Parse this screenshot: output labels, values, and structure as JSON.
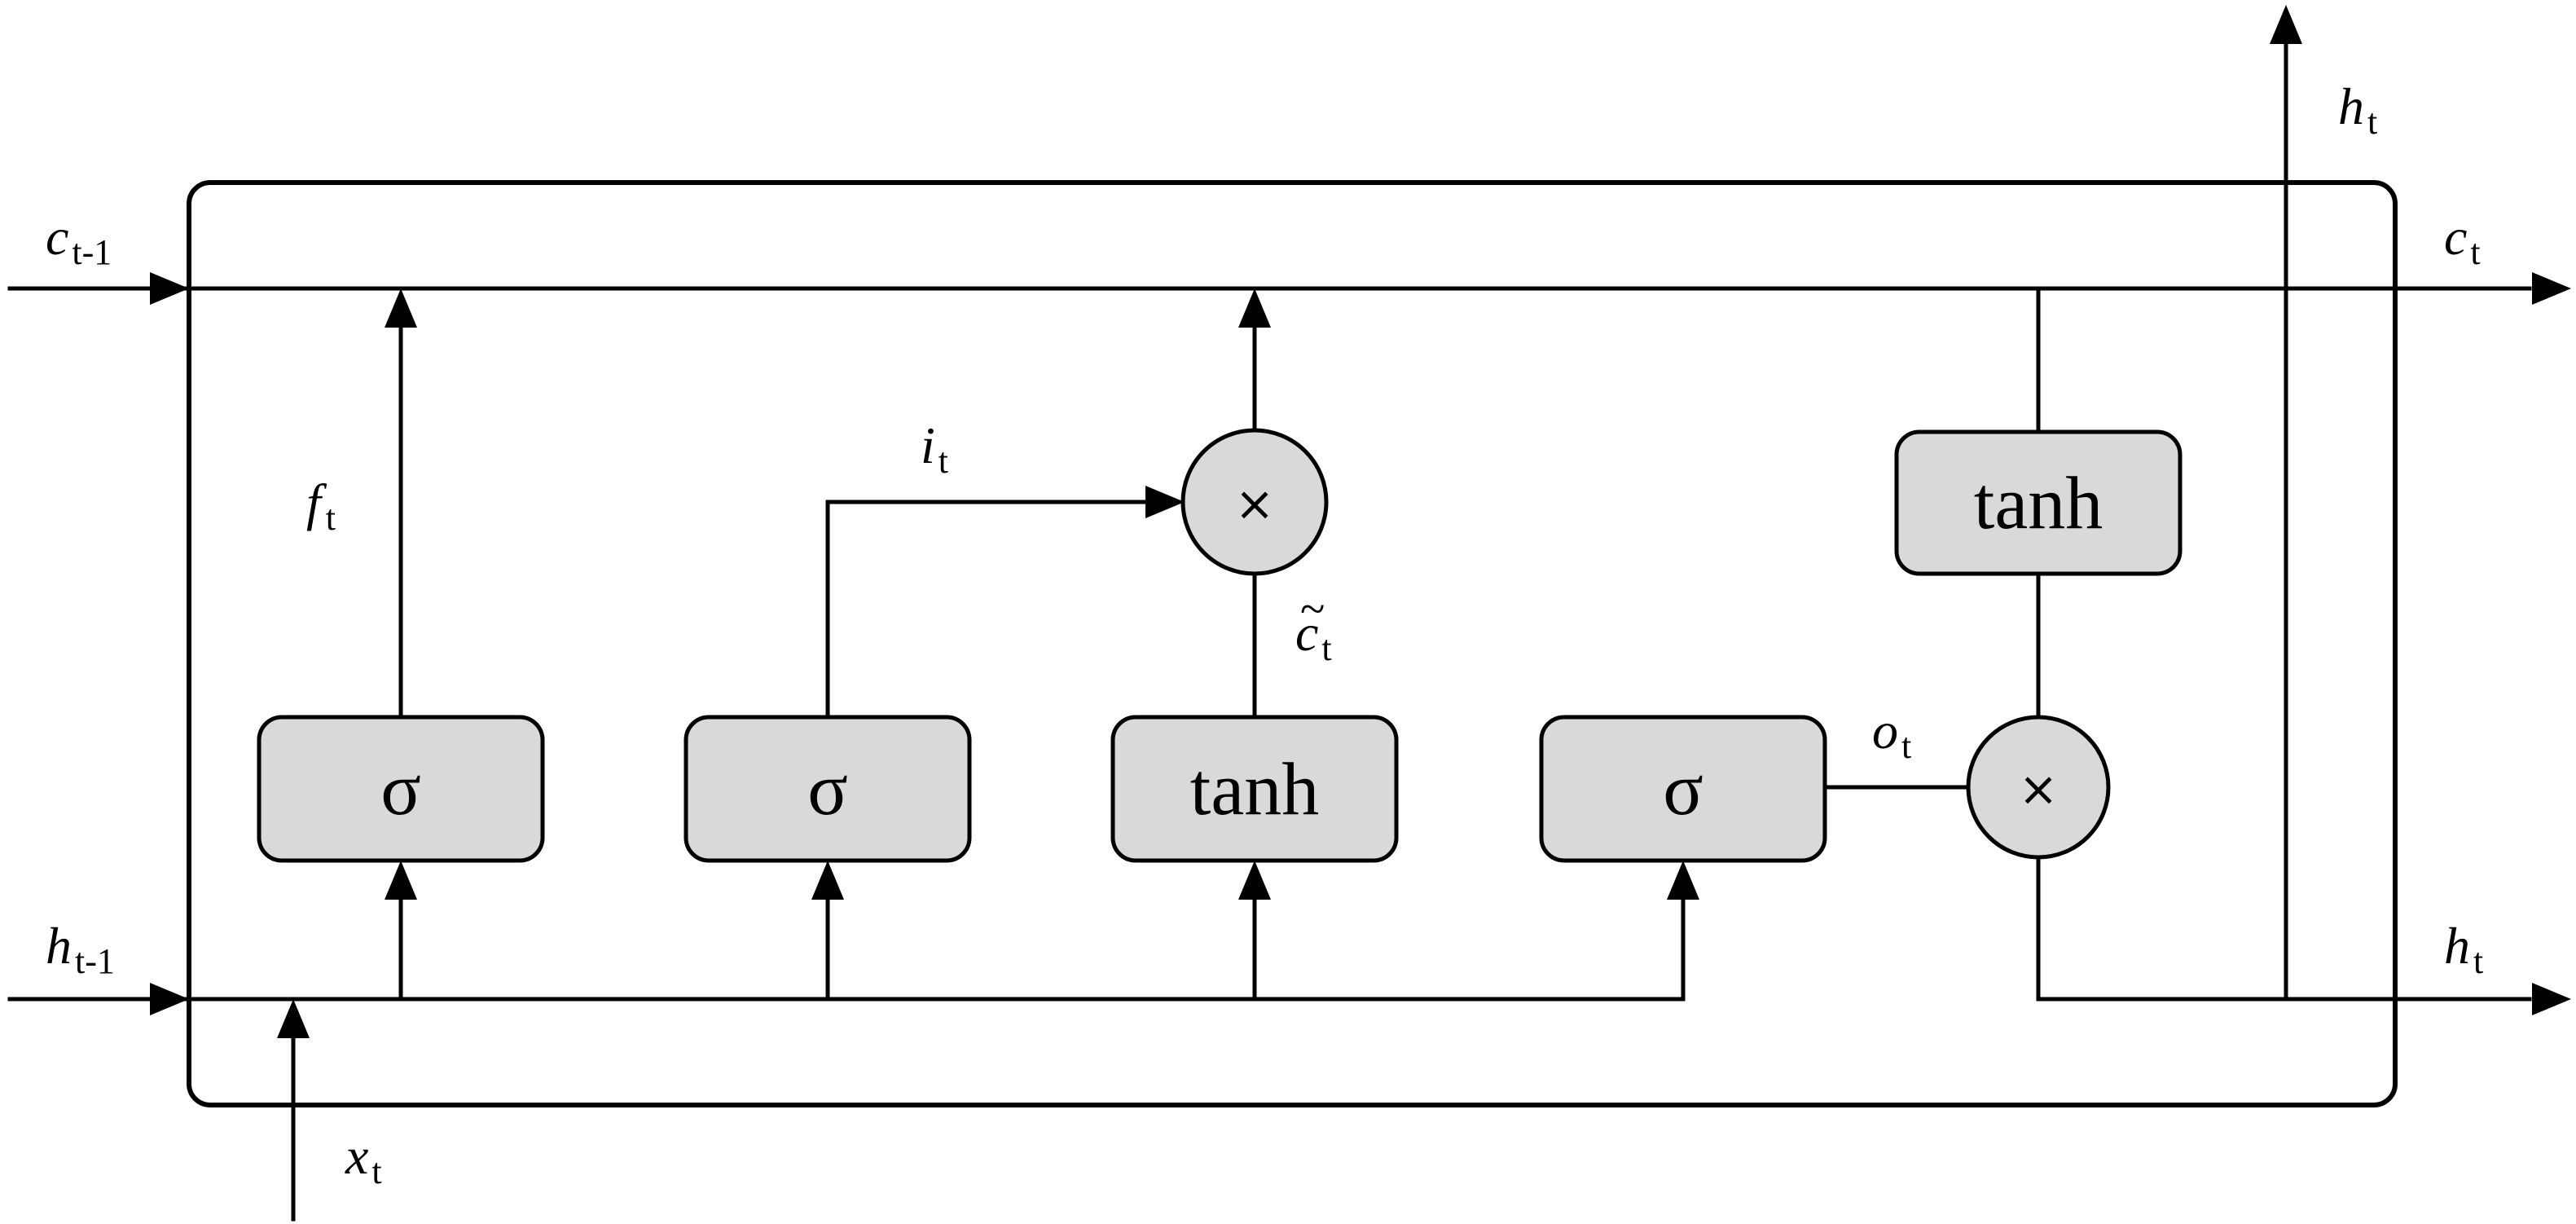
{
  "gates": {
    "forget": "σ",
    "input": "σ",
    "candidate": "tanh",
    "output": "σ",
    "cell_activation": "tanh"
  },
  "operators": {
    "input_multiply": "×",
    "output_multiply": "×"
  },
  "labels": {
    "c_prev": {
      "main": "c",
      "sub": "t-1"
    },
    "h_prev": {
      "main": "h",
      "sub": "t-1"
    },
    "c_out": {
      "main": "c",
      "sub": "t"
    },
    "h_out_right": {
      "main": "h",
      "sub": "t"
    },
    "h_out_top": {
      "main": "h",
      "sub": "t"
    },
    "x_in": {
      "main": "x",
      "sub": "t"
    },
    "f_gate": {
      "main": "f",
      "sub": "t"
    },
    "i_gate": {
      "main": "i",
      "sub": "t"
    },
    "c_candidate": {
      "main": "c",
      "sub": "t",
      "accent": "~"
    },
    "o_gate": {
      "main": "o",
      "sub": "t"
    }
  },
  "colors": {
    "stroke": "#000000",
    "gate_fill": "#d9d9d9",
    "background": "#ffffff"
  }
}
